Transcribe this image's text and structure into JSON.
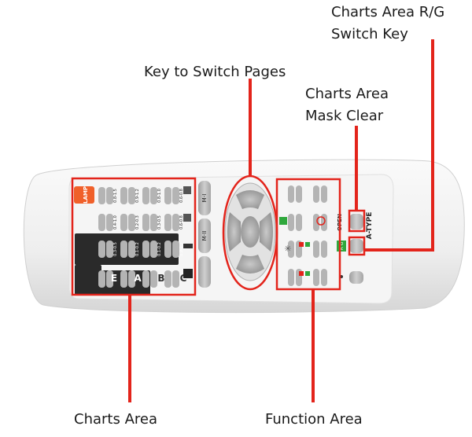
{
  "annotations": {
    "charts_rg_key": [
      "Charts Area R/G",
      "Switch Key"
    ],
    "switch_pages_key": "Key to Switch Pages",
    "mask_clear": [
      "Charts Area",
      "Mask Clear"
    ],
    "charts_area": "Charts Area",
    "function_area": "Function Area"
  },
  "remote": {
    "lamp_label": "LAMP",
    "model_label": "A-TYPE",
    "open_label": "OPEN",
    "rg_label": "R G",
    "mem_labels": [
      "M-I",
      "M-II"
    ],
    "chart_letters": [
      "E",
      "A",
      "B",
      "C"
    ],
    "chart_key_texts": [
      "0.8-1.5",
      "0.9-1.2",
      "0.8-1.0",
      "0.6-0.8",
      "0.4-1.0",
      "0.2-0.3",
      "0.3-0.5",
      "0.6-0.8",
      "0.3-0.5",
      "0.1-0.2",
      "0.1-0.2",
      "0.9-1.2"
    ]
  },
  "colors": {
    "annotation_red": "#e3241b",
    "lamp_orange": "#f0602a",
    "remote_body": "#f1f1f1",
    "button_grey": "#b9b9b9",
    "dark_panel": "#2a2a2a"
  }
}
